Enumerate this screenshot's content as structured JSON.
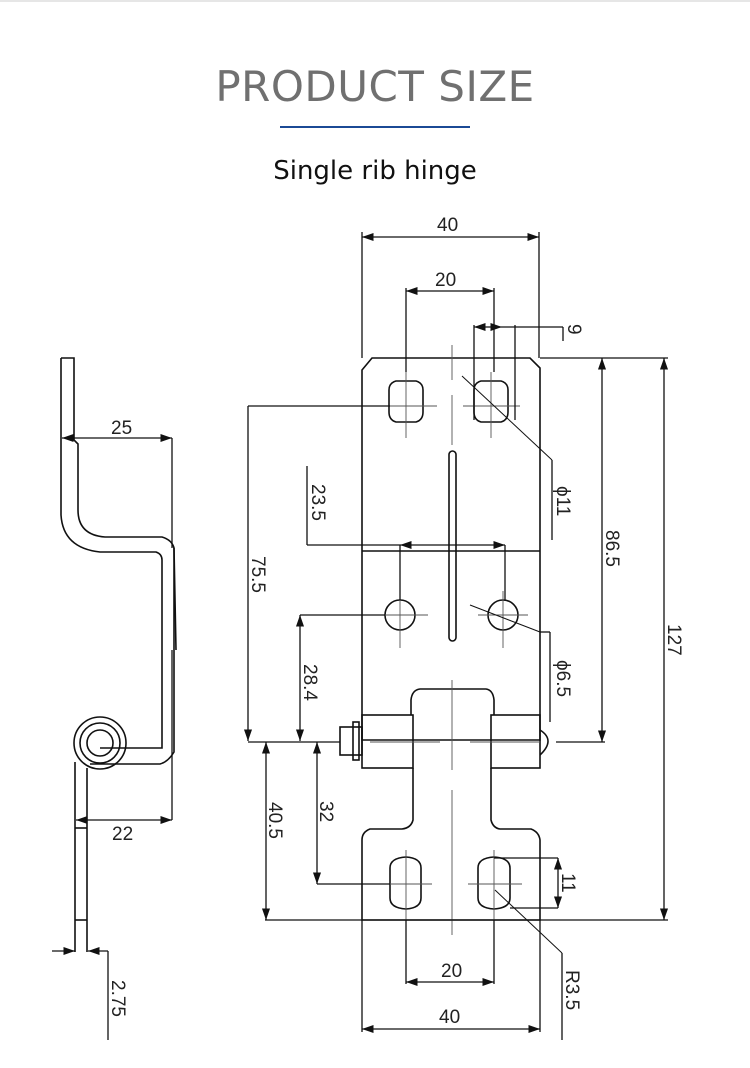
{
  "header": {
    "title": "PRODUCT SIZE",
    "subtitle": "Single rib hinge",
    "accent_color": "#1b4a95"
  },
  "side_view": {
    "dimensions": {
      "offset_top": "25",
      "offset_bottom": "22",
      "thickness": "2.75"
    }
  },
  "front_view": {
    "dimensions": {
      "width_top": "40",
      "hole_spacing_top": "20",
      "slot_width": "9",
      "slot_diameter": "ϕ11",
      "rib_offset": "23.5",
      "height_to_axis_top": "75.5",
      "upper_to_axis": "86.5",
      "hole_diameter": "ϕ6.5",
      "hole_to_axis": "28.4",
      "total_height": "127",
      "axis_to_bottom": "40.5",
      "axis_to_lower_holes": "32",
      "lower_slot_length": "11",
      "hole_spacing_bottom": "20",
      "width_bottom": "40",
      "corner_radius": "R3.5"
    }
  }
}
